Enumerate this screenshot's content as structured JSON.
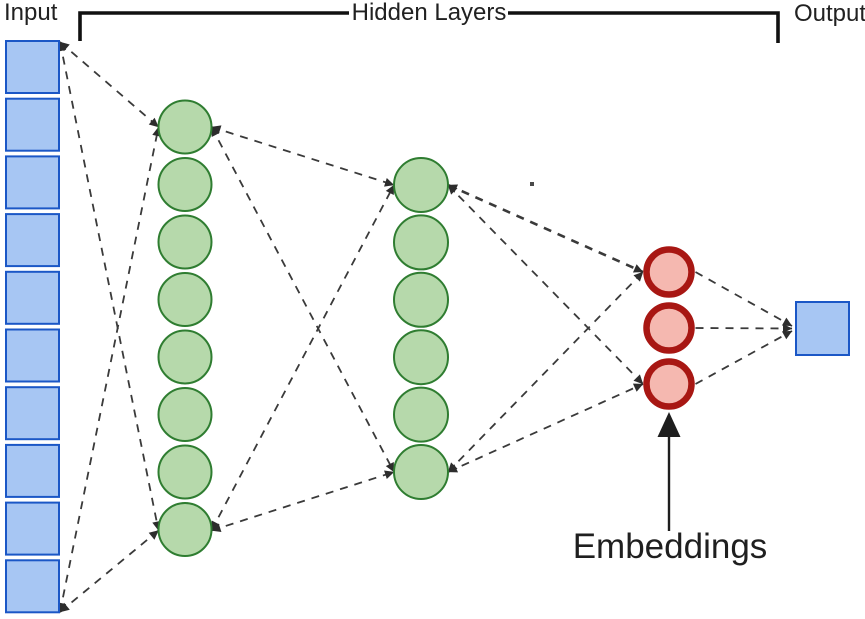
{
  "labels": {
    "input": "Input",
    "hidden_layers": "Hidden Layers",
    "output": "Output",
    "embeddings": "Embeddings"
  },
  "network": {
    "input_nodes": 10,
    "hidden_layer_1_nodes": 8,
    "hidden_layer_2_nodes": 6,
    "embedding_nodes": 3,
    "output_nodes": 1
  },
  "colors": {
    "input_fill": "#a7c6f3",
    "input_border": "#1b57c6",
    "hidden_fill": "#b6d9ab",
    "hidden_border": "#2f7d31",
    "embedding_fill": "#f5b8b0",
    "embedding_border": "#a81713",
    "output_fill": "#a7c6f3",
    "output_border": "#1b57c6",
    "connector": "#3a3a3a",
    "bracket": "#111111",
    "text": "#212121"
  }
}
